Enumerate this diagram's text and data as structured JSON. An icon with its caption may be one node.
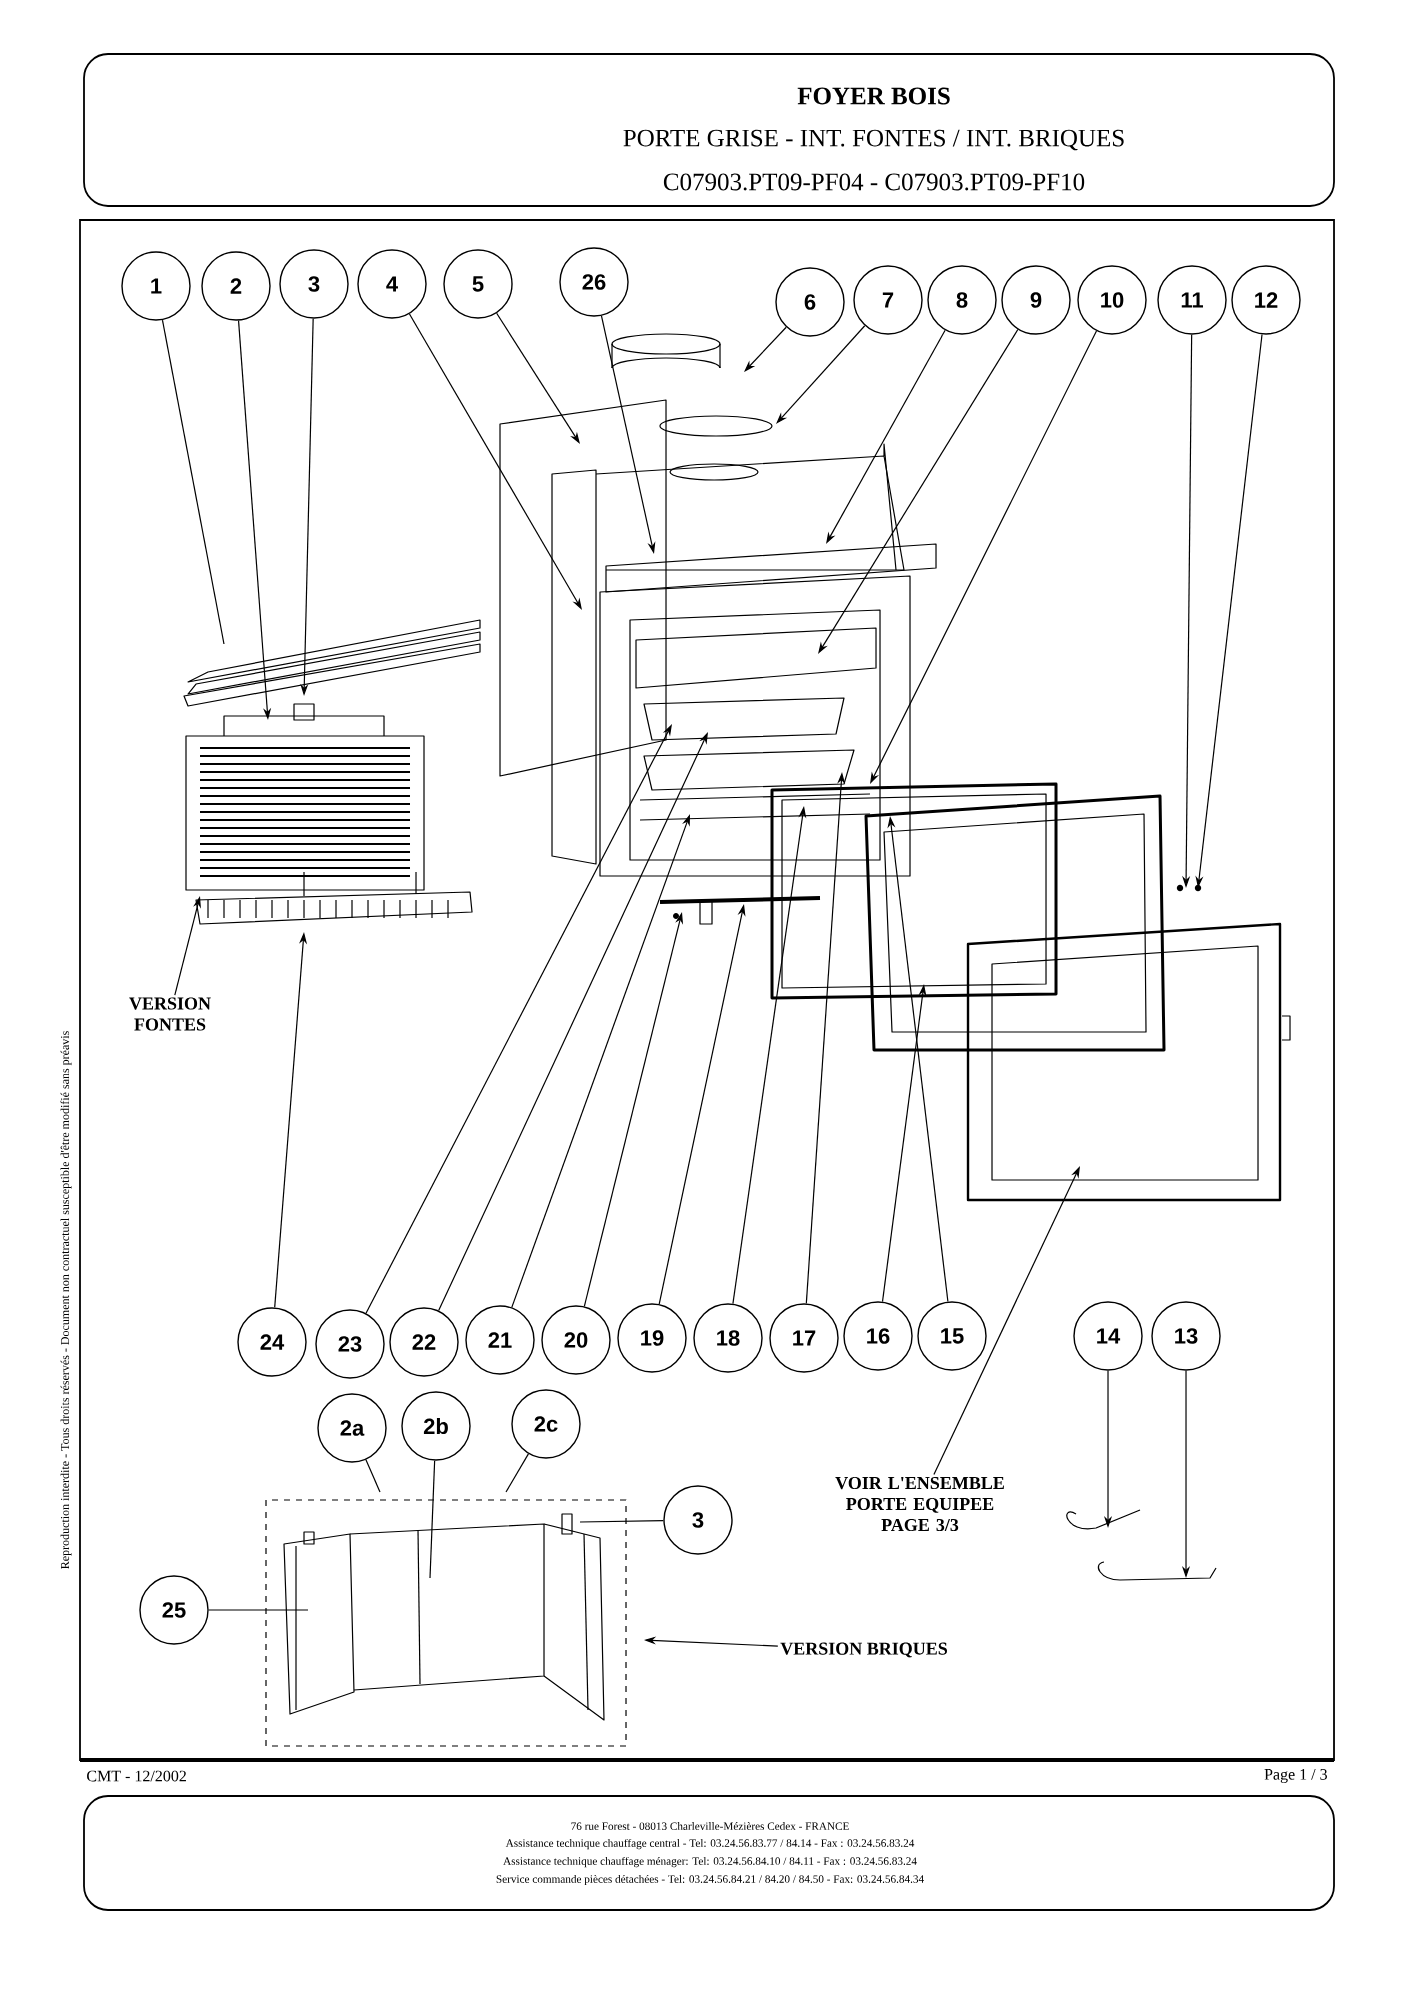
{
  "diagram": {
    "title": "FOYER BOIS",
    "nodes": [
      {
        "text": [
          "1"
        ]
      },
      {
        "text": [
          "2"
        ]
      },
      {
        "text": [
          "3"
        ]
      },
      {
        "text": [
          "4"
        ]
      },
      {
        "text": [
          "5"
        ]
      },
      {
        "text": [
          "26"
        ]
      },
      {
        "text": [
          "6"
        ]
      },
      {
        "text": [
          "7"
        ]
      },
      {
        "text": [
          "8"
        ]
      },
      {
        "text": [
          "9"
        ]
      },
      {
        "text": [
          "10"
        ]
      },
      {
        "text": [
          "11"
        ]
      },
      {
        "text": [
          "12"
        ]
      },
      {
        "text": [
          "VERSION FONTES"
        ]
      },
      {
        "text": [
          "24"
        ]
      },
      {
        "text": [
          "23"
        ]
      },
      {
        "text": [
          "22"
        ]
      },
      {
        "text": [
          "21"
        ]
      },
      {
        "text": [
          "20"
        ]
      },
      {
        "text": [
          "19"
        ]
      },
      {
        "text": [
          "18"
        ]
      },
      {
        "text": [
          "17"
        ]
      },
      {
        "text": [
          "16"
        ]
      },
      {
        "text": [
          "15"
        ]
      },
      {
        "text": [
          "14"
        ]
      },
      {
        "text": [
          "13"
        ]
      },
      {
        "text": [
          "2a"
        ]
      },
      {
        "text": [
          "2b"
        ]
      },
      {
        "text": [
          "2c"
        ]
      },
      {
        "text": [
          "VOIR L'ENSEMBLE PORTE EQUIPEE PAGE 3/3"
        ]
      },
      {
        "text": [
          "3"
        ]
      },
      {
        "text": [
          "25"
        ]
      },
      {
        "text": [
          "VERSION BRIQUES"
        ]
      }
    ],
    "edges": [
      {
        "from": 0,
        "to": null,
        "arrow": "none"
      },
      {
        "from": 1,
        "to": null,
        "arrow": "to"
      },
      {
        "from": 2,
        "to": null,
        "arrow": "to"
      },
      {
        "from": 3,
        "to": null,
        "arrow": "to"
      },
      {
        "from": 4,
        "to": null,
        "arrow": "to"
      },
      {
        "from": 5,
        "to": null,
        "arrow": "to"
      },
      {
        "from": 6,
        "to": null,
        "arrow": "to"
      },
      {
        "from": 7,
        "to": null,
        "arrow": "to"
      },
      {
        "from": 8,
        "to": null,
        "arrow": "to"
      },
      {
        "from": 9,
        "to": null,
        "arrow": "to"
      },
      {
        "from": 10,
        "to": null,
        "arrow": "to"
      },
      {
        "from": 11,
        "to": null,
        "arrow": "to"
      },
      {
        "from": 12,
        "to": null,
        "arrow": "to"
      },
      {
        "from": 13,
        "to": null,
        "arrow": "to"
      },
      {
        "from": 14,
        "to": null,
        "arrow": "to"
      },
      {
        "from": 15,
        "to": null,
        "arrow": "to"
      },
      {
        "from": 16,
        "to": null,
        "arrow": "to"
      },
      {
        "from": 17,
        "to": null,
        "arrow": "to"
      },
      {
        "from": 18,
        "to": null,
        "arrow": "to"
      },
      {
        "from": 19,
        "to": null,
        "arrow": "to"
      },
      {
        "from": 20,
        "to": null,
        "arrow": "to"
      },
      {
        "from": 21,
        "to": null,
        "arrow": "to"
      },
      {
        "from": 22,
        "to": null,
        "arrow": "to"
      },
      {
        "from": 23,
        "to": null,
        "arrow": "to"
      },
      {
        "from": 24,
        "to": null,
        "arrow": "to"
      },
      {
        "from": 25,
        "to": null,
        "arrow": "to"
      },
      {
        "from": 26,
        "to": null,
        "arrow": "none"
      },
      {
        "from": 27,
        "to": null,
        "arrow": "none"
      },
      {
        "from": 28,
        "to": null,
        "arrow": "none"
      },
      {
        "from": 29,
        "to": null,
        "arrow": "to"
      },
      {
        "from": 30,
        "to": null,
        "arrow": "none"
      },
      {
        "from": 31,
        "to": null,
        "arrow": "none"
      },
      {
        "from": 32,
        "to": null,
        "arrow": "to"
      }
    ],
    "labels": [
      "PORTE GRISE - INT. FONTES / INT. BRIQUES",
      "C07903.PT09-PF04 - C07903.PT09-PF10",
      "Reproduction interdite - Tous droits réservés - Document non contractuel susceptible d'être modifié sans préavis",
      "CMT - 12/2002",
      "Page 1 / 3",
      "76 rue Forest - 08013 Charleville-Mézières Cedex - FRANCE",
      "Assistance technique chauffage central - Tel: 03.24.56.83.77 / 84.14 - Fax : 03.24.56.83.24",
      "Assistance technique chauffage ménager: Tel: 03.24.56.84.10 / 84.11 - Fax : 03.24.56.83.24",
      "Service commande pièces détachées - Tel: 03.24.56.84.21 / 84.20 / 84.50 - Fax: 03.24.56.84.34"
    ]
  }
}
